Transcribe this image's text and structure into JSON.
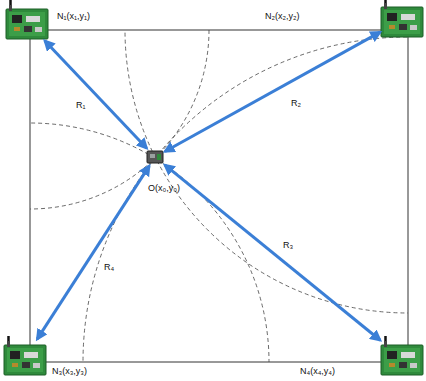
{
  "diagram": {
    "nodes": [
      {
        "text": [
          "N₁(x₁,y₁)"
        ]
      },
      {
        "text": [
          "N₂(x₂,y₂)"
        ]
      },
      {
        "text": [
          "O(x₀,y₀)"
        ]
      },
      {
        "text": [
          "N₃(x₃,y₃)"
        ]
      },
      {
        "text": [
          "N₄(x₄,y₄)"
        ]
      }
    ],
    "edges": [
      {
        "from": 2,
        "to": 0,
        "arrow": "both",
        "label": "R₁"
      },
      {
        "from": 2,
        "to": 1,
        "arrow": "both",
        "label": "R₂"
      },
      {
        "from": 2,
        "to": 4,
        "arrow": "both",
        "label": "R₃"
      },
      {
        "from": 2,
        "to": 3,
        "arrow": "both",
        "label": "R₄"
      }
    ]
  }
}
